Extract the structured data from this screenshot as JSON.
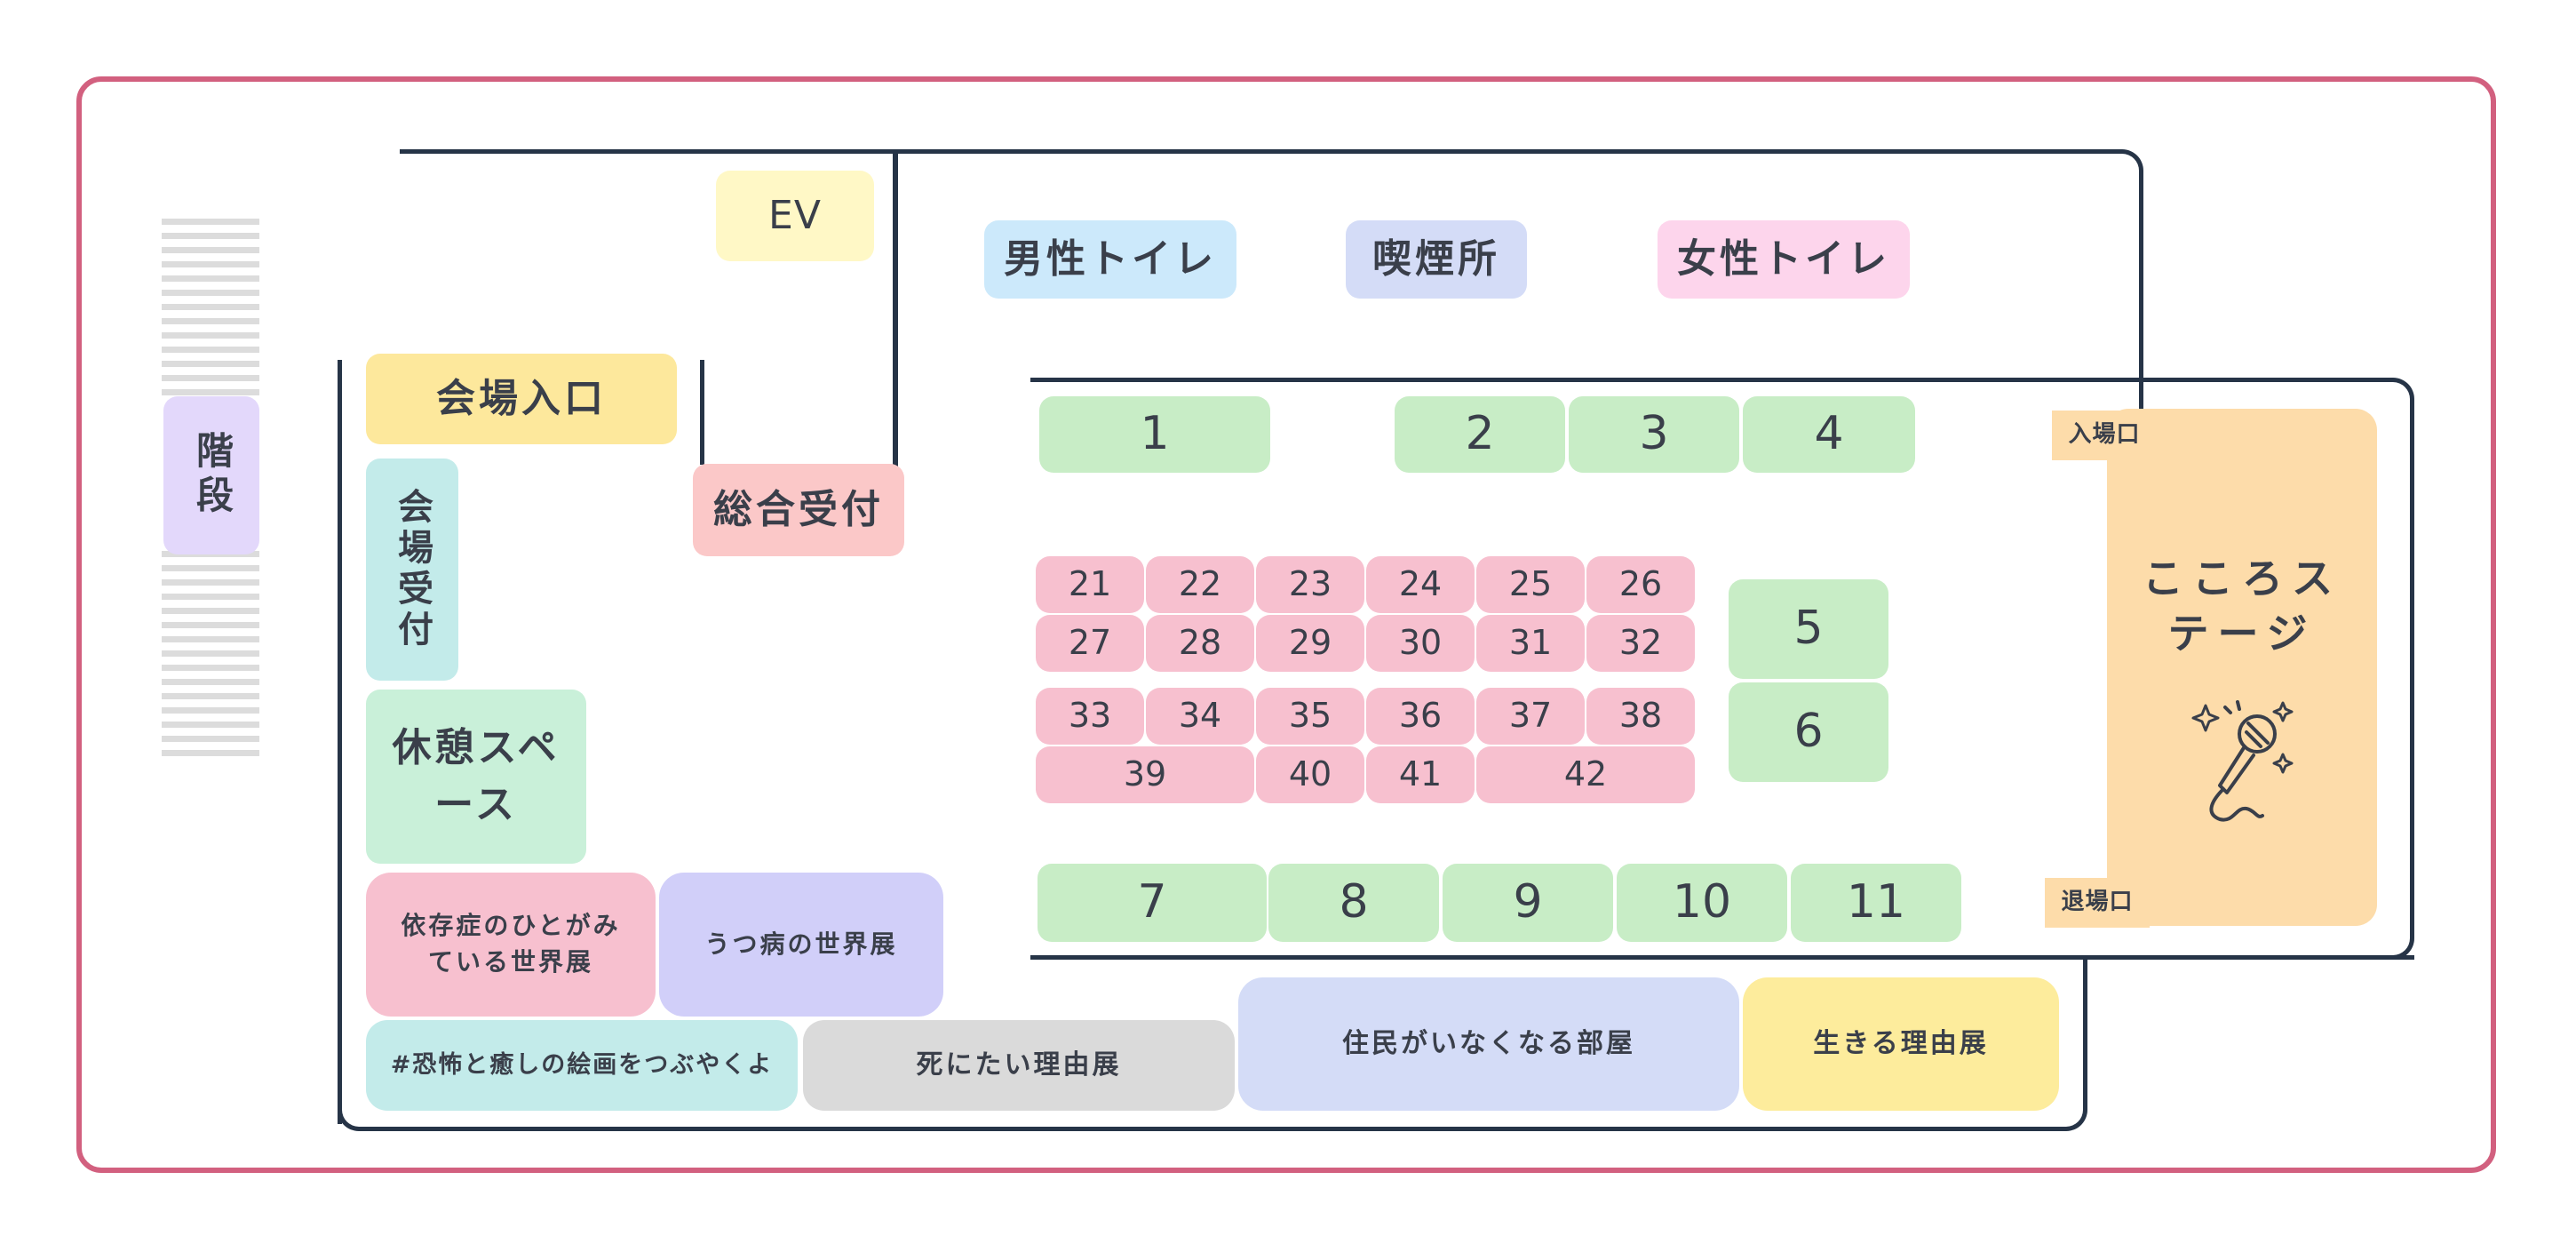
{
  "map": {
    "stairs": "階段",
    "elevator": "EV",
    "toilet_male": "男性トイレ",
    "smoking": "喫煙所",
    "toilet_female": "女性トイレ",
    "venue_entrance": "会場入口",
    "venue_reception": "会場受付",
    "general_reception": "総合受付",
    "rest_space": "休憩スペース",
    "stage": {
      "name": "こころステージ",
      "entrance": "入場口",
      "exit": "退場口",
      "icon": "microphone-icon"
    },
    "exhibitions": {
      "addiction": "依存症のひとがみている世界展",
      "depression": "うつ病の世界展",
      "fear_healing": "#恐怖と癒しの絵画をつぶやくよ",
      "death_reasons": "死にたい理由展",
      "residents": "住民がいなくなる部屋",
      "living_reasons": "生きる理由展"
    },
    "booths_green": [
      "1",
      "2",
      "3",
      "4",
      "5",
      "6",
      "7",
      "8",
      "9",
      "10",
      "11"
    ],
    "booths_pink": [
      "21",
      "22",
      "23",
      "24",
      "25",
      "26",
      "27",
      "28",
      "29",
      "30",
      "31",
      "32",
      "33",
      "34",
      "35",
      "36",
      "37",
      "38",
      "39",
      "40",
      "41",
      "42"
    ],
    "colors": {
      "frame": "#d2607f",
      "walls": "#263447",
      "booth_green": "#c8edc6",
      "booth_pink": "#f7c0cf",
      "stage": "#fddcaa",
      "stairs": "#e3d8fb",
      "elevator": "#fff8c6",
      "toilet_male": "#cce9fb",
      "smoking": "#d4dcf7",
      "toilet_female": "#fdd5ec",
      "venue_entrance": "#fde89c",
      "venue_reception": "#c3ebea",
      "general_reception": "#fbc8c8",
      "rest_space": "#c9f0d9"
    }
  }
}
